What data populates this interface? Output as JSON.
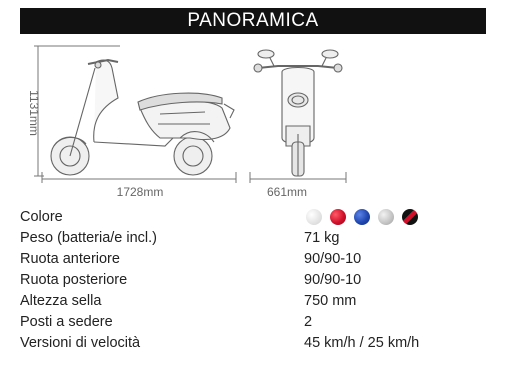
{
  "header": {
    "title": "PANORAMICA"
  },
  "dimensions": {
    "height": "1131mm",
    "length": "1728mm",
    "width": "661mm"
  },
  "specs": {
    "colore_label": "Colore",
    "colors": [
      {
        "name": "white",
        "color": "#e9e9e9",
        "accent": "#ffffff"
      },
      {
        "name": "red",
        "color": "#c8102e",
        "accent": "#ff4b5c"
      },
      {
        "name": "blue",
        "color": "#1c3f9a",
        "accent": "#4a72d6"
      },
      {
        "name": "silver",
        "color": "#b9b9b9",
        "accent": "#dddddd"
      },
      {
        "name": "black-red",
        "color": "#111111",
        "accent": "#d0102a"
      }
    ],
    "rows": [
      {
        "label": "Peso (batteria/e incl.)",
        "value": "71 kg"
      },
      {
        "label": "Ruota anteriore",
        "value": "90/90-10"
      },
      {
        "label": "Ruota posteriore",
        "value": "90/90-10"
      },
      {
        "label": "Altezza sella",
        "value": "750 mm"
      },
      {
        "label": "Posti a sedere",
        "value": "2"
      },
      {
        "label": "Versioni di velocità",
        "value": "45 km/h / 25 km/h"
      }
    ]
  }
}
